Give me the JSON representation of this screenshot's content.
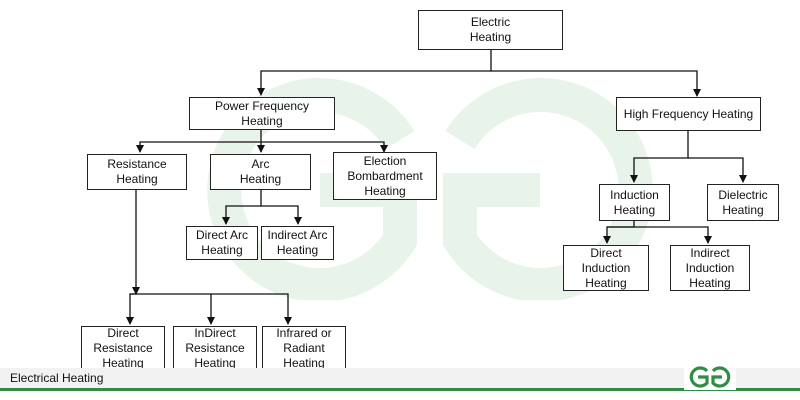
{
  "diagram": {
    "nodes": {
      "electric_heating": "Electric\nHeating",
      "power_frequency_heating": "Power Frequency\nHeating",
      "high_frequency_heating": "High Frequency Heating",
      "resistance_heating": "Resistance\nHeating",
      "arc_heating": "Arc\nHeating",
      "election_bombardment_heating": "Election\nBombardment\nHeating",
      "direct_arc_heating": "Direct Arc\nHeating",
      "indirect_arc_heating": "Indirect Arc\nHeating",
      "direct_resistance_heating": "Direct\nResistance\nHeating",
      "indirect_resistance_heating": "InDirect\nResistance\nHeating",
      "infrared_radiant_heating": "Infrared or\nRadiant\nHeating",
      "induction_heating": "Induction\nHeating",
      "dielectric_heating": "Dielectric\nHeating",
      "direct_induction_heating": "Direct\nInduction\nHeating",
      "indirect_induction_heating": "Indirect\nInduction\nHeating"
    },
    "edges": [
      [
        "electric_heating",
        "power_frequency_heating"
      ],
      [
        "electric_heating",
        "high_frequency_heating"
      ],
      [
        "power_frequency_heating",
        "resistance_heating"
      ],
      [
        "power_frequency_heating",
        "arc_heating"
      ],
      [
        "power_frequency_heating",
        "election_bombardment_heating"
      ],
      [
        "arc_heating",
        "direct_arc_heating"
      ],
      [
        "arc_heating",
        "indirect_arc_heating"
      ],
      [
        "resistance_heating",
        "direct_resistance_heating"
      ],
      [
        "resistance_heating",
        "indirect_resistance_heating"
      ],
      [
        "resistance_heating",
        "infrared_radiant_heating"
      ],
      [
        "high_frequency_heating",
        "induction_heating"
      ],
      [
        "high_frequency_heating",
        "dielectric_heating"
      ],
      [
        "induction_heating",
        "direct_induction_heating"
      ],
      [
        "induction_heating",
        "indirect_induction_heating"
      ]
    ]
  },
  "footer": {
    "caption": "Electrical Heating",
    "logo_icon": "gfg-logo-icon"
  },
  "colors": {
    "brand_green": "#2f8d46",
    "watermark": "#e8f3ea"
  }
}
